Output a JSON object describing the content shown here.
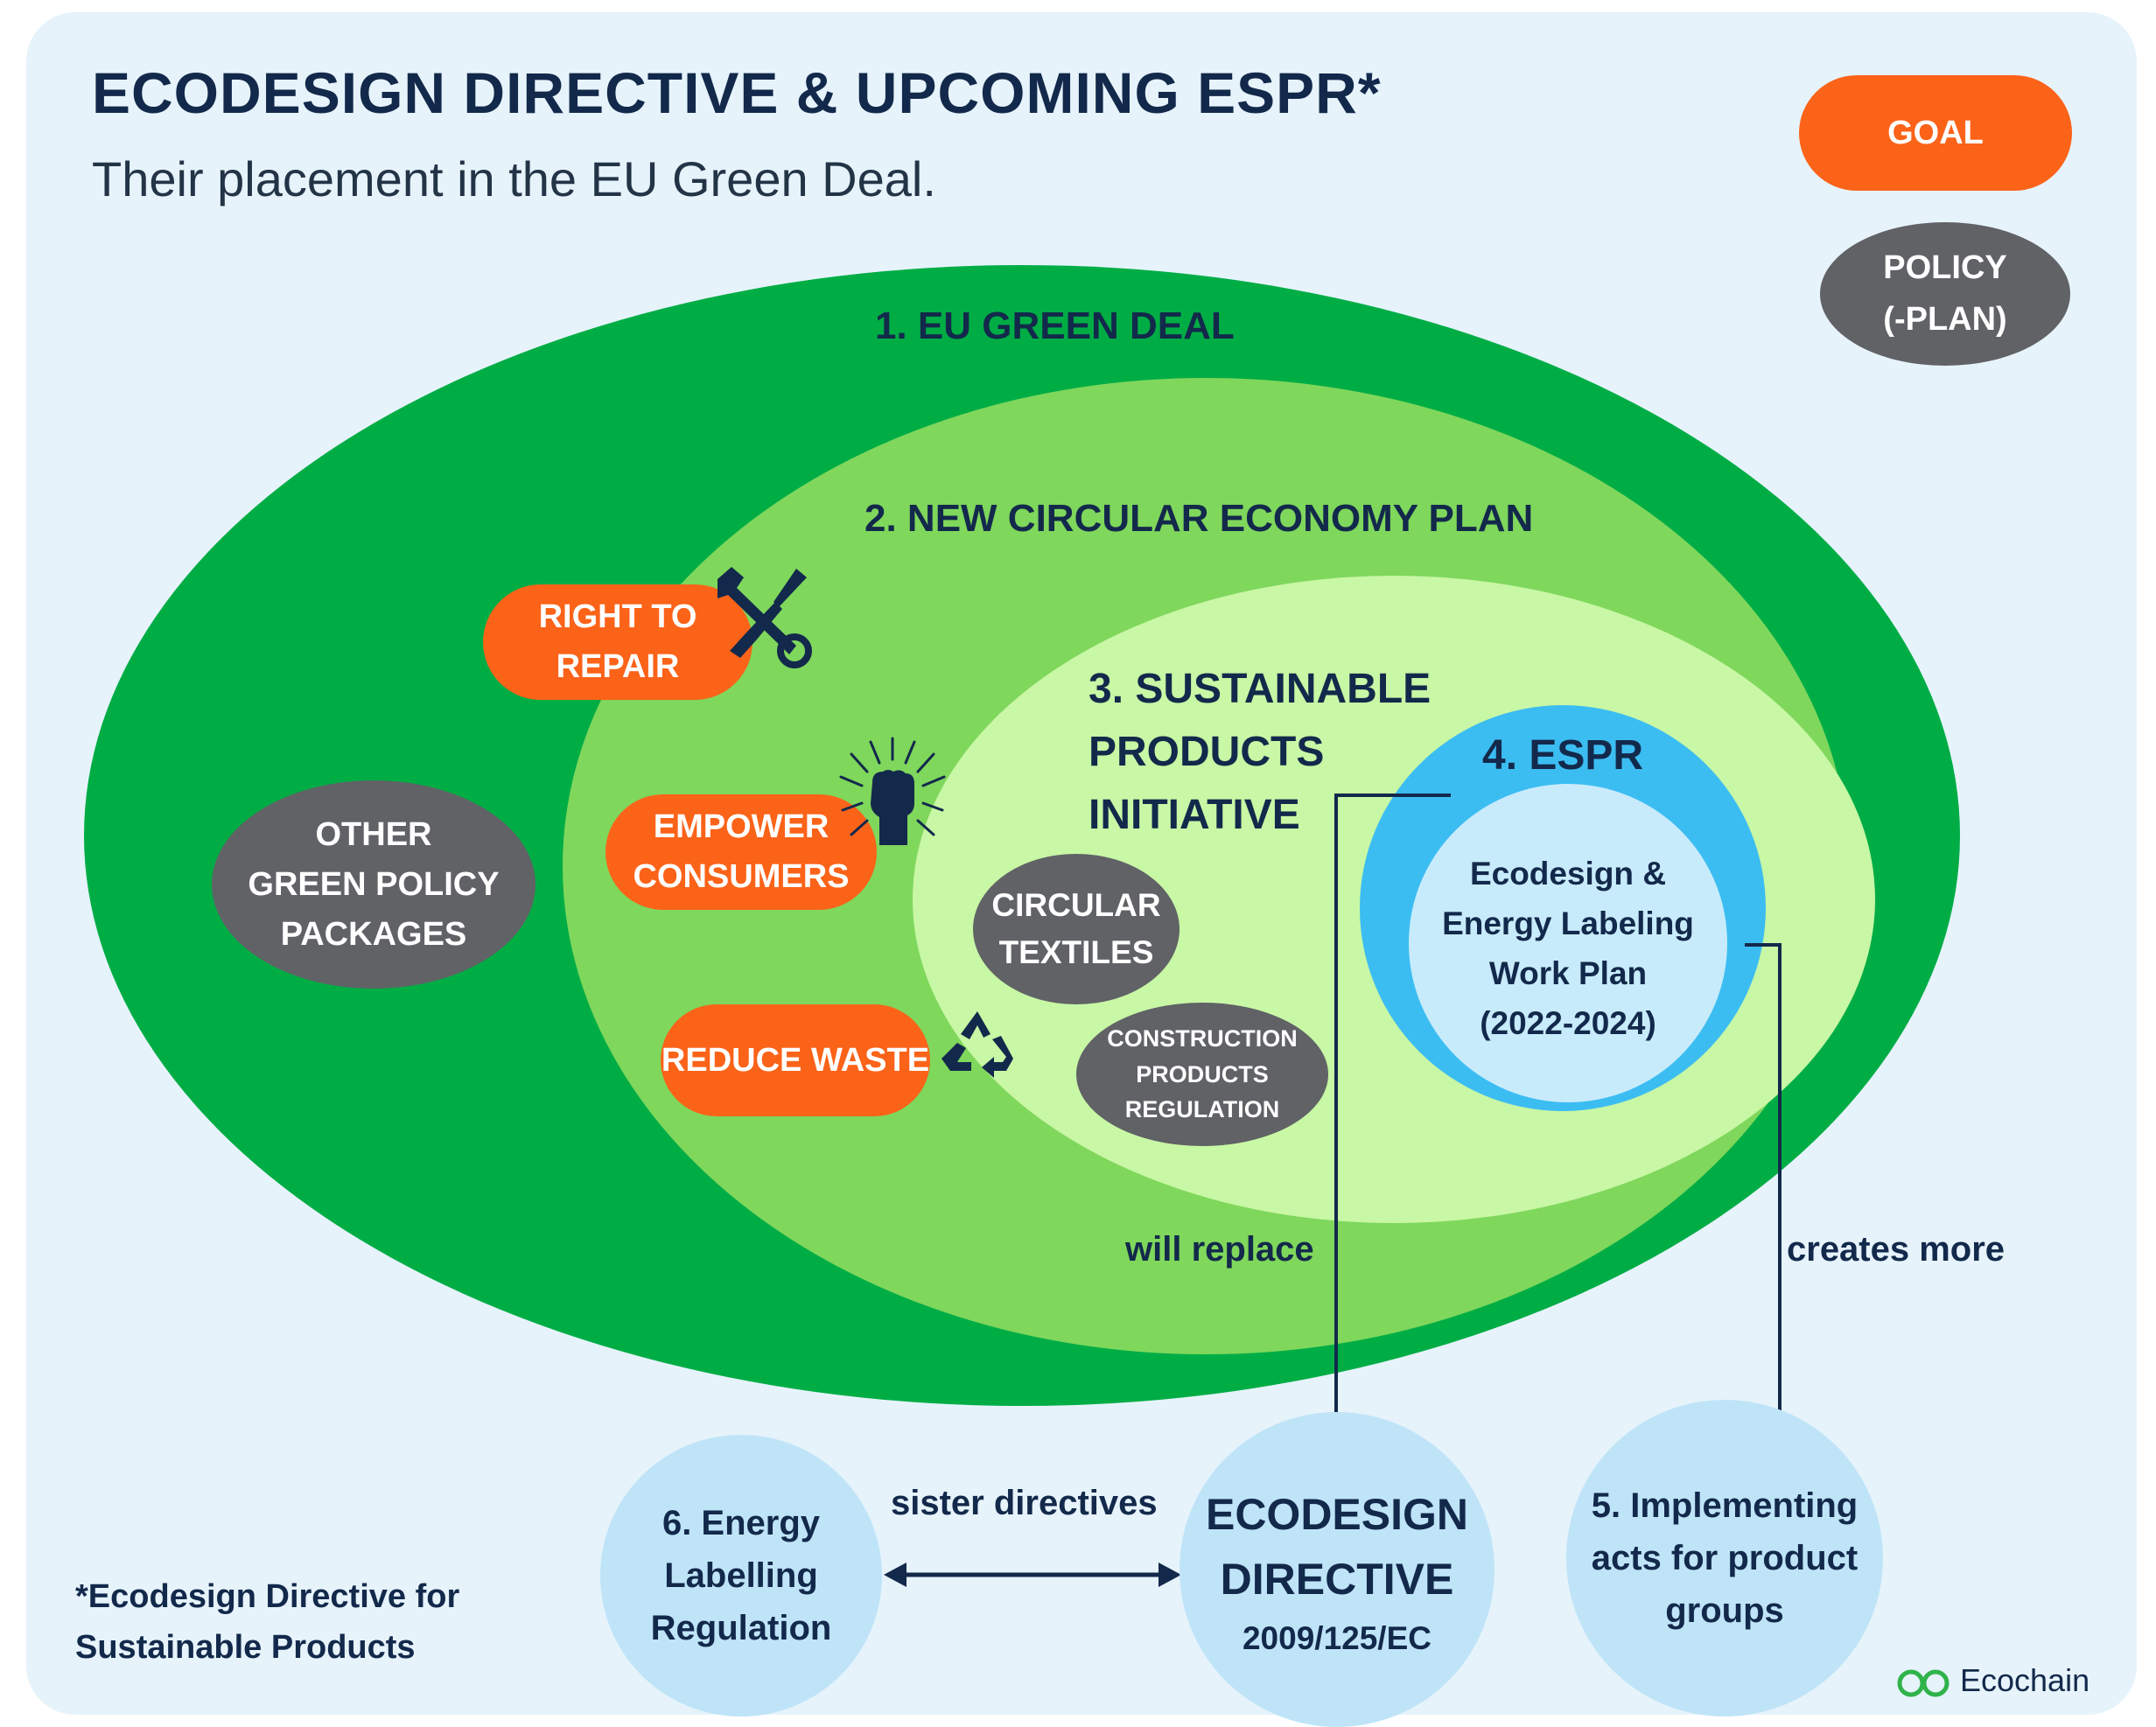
{
  "header": {
    "title": "ECODESIGN DIRECTIVE & UPCOMING ESPR*",
    "subtitle": "Their placement in the EU Green Deal."
  },
  "legend": {
    "goal": "GOAL",
    "policy": "POLICY\n(-PLAN)"
  },
  "rings": {
    "green_deal": "1. EU GREEN DEAL",
    "circular_plan": "2. NEW CIRCULAR ECONOMY PLAN",
    "spi": "3. SUSTAINABLE\nPRODUCTS\nINITIATIVE",
    "espr": "4. ESPR",
    "work_plan": "Ecodesign &\nEnergy Labeling\nWork Plan\n(2022-2024)"
  },
  "goals": {
    "repair": "RIGHT TO\nREPAIR",
    "empower": "EMPOWER\nCONSUMERS",
    "waste": "REDUCE WASTE"
  },
  "policies": {
    "other": "OTHER\nGREEN POLICY\nPACKAGES",
    "textiles": "CIRCULAR\nTEXTILES",
    "construction": "CONSTRUCTION\nPRODUCTS\nREGULATION"
  },
  "connectors": {
    "will_replace": "will replace",
    "creates_more": "creates more",
    "sister": "sister directives"
  },
  "bottom": {
    "energy_labelling": "6. Energy\nLabelling\nRegulation",
    "ecodesign_title": "ECODESIGN\nDIRECTIVE",
    "ecodesign_code": "2009/125/EC",
    "implementing": "5. Implementing\nacts for product\ngroups"
  },
  "footnote": "*Ecodesign Directive for\nSustainable Products",
  "brand": "Ecochain",
  "colors": {
    "background": "#e6f3fb",
    "green_deal": "#00ad45",
    "circular_plan": "#7fd75c",
    "spi": "#c8f7a5",
    "espr": "#3cbdf2",
    "work_plan": "#c8ebfb",
    "goal": "#fb6319",
    "policy": "#606266",
    "text_dark": "#13294b",
    "bubble": "#bfe4f8"
  },
  "icons": [
    "wrench-screwdriver-icon",
    "raised-fist-icon",
    "recycle-icon",
    "ecochain-logo-icon"
  ]
}
